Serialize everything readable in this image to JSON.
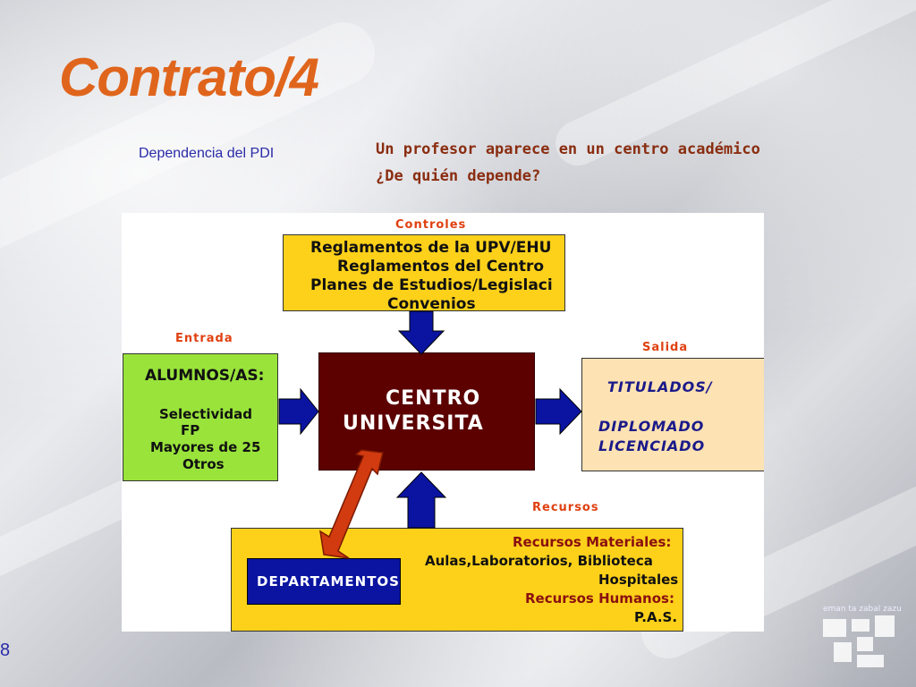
{
  "slide": {
    "title": "Contrato/4",
    "subtitle": "Dependencia del PDI",
    "question_lines": [
      "Un profesor aparece en un centro académico",
      "¿De quién depende?"
    ],
    "page_number": "8",
    "logo_text": "eman ta zabal zazu"
  },
  "diagram": {
    "controles_label": "Controles",
    "controles_lines": [
      "Reglamentos de la  UPV/EHU",
      "Reglamentos del Centro",
      "Planes de Estudios/Legislaci",
      "Convenios"
    ],
    "entrada_label": "Entrada",
    "entrada_heading": "ALUMNOS/AS:",
    "entrada_items": [
      "Selectividad",
      "FP",
      "Mayores de 25",
      "Otros"
    ],
    "centro_lines": [
      "CENTRO",
      "UNIVERSITA"
    ],
    "salida_label": "Salida",
    "salida_items": [
      "TITULADOS/",
      "DIPLOMADO",
      "LICENCIADO"
    ],
    "recursos_label": "Recursos",
    "recursos_lines": [
      "Recursos Materiales:",
      "Aulas,Laboratorios, Biblioteca",
      "Hospitales",
      "Recursos Humanos:",
      "P.A.S."
    ],
    "departamentos": "DEPARTAMENTOS"
  },
  "colors": {
    "title": "#e0651c",
    "controles_fill": "#fdd11a",
    "entrada_fill": "#99e33b",
    "centro_fill": "#5c0000",
    "salida_fill": "#fde2b3",
    "recursos_fill": "#fdd11a",
    "departamentos_fill": "#0a14a0",
    "arrow_blue": "#0a14a0",
    "arrow_red": "#d23a10"
  }
}
